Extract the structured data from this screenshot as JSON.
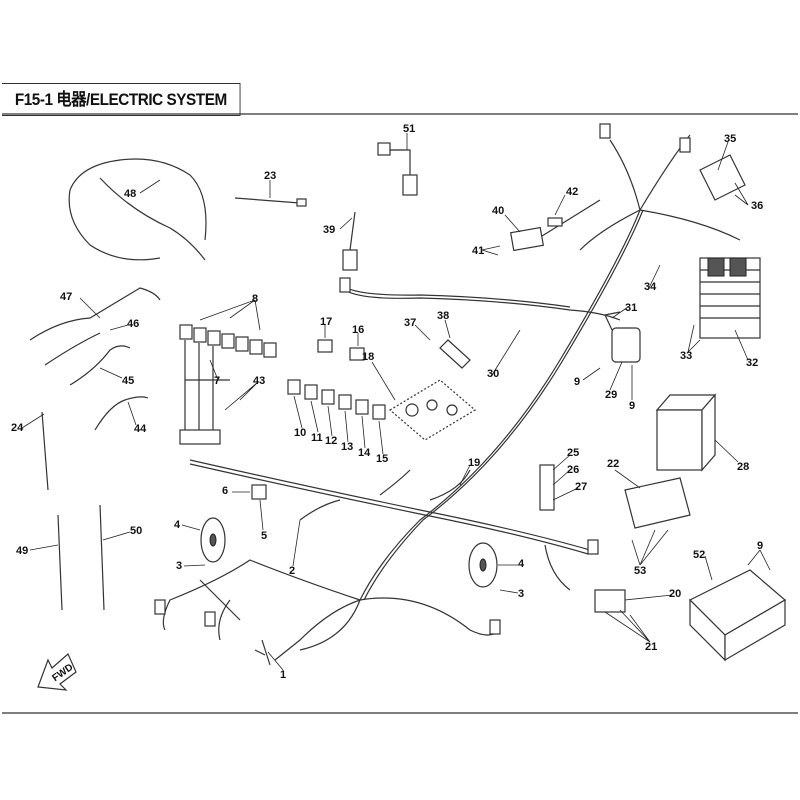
{
  "title": "F15-1 电器/ELECTRIC SYSTEM",
  "direction_arrow": "FWD",
  "callouts": [
    "51",
    "48",
    "23",
    "39",
    "42",
    "40",
    "41",
    "35",
    "36",
    "34",
    "31",
    "32",
    "33",
    "47",
    "46",
    "45",
    "44",
    "8",
    "7",
    "43",
    "17",
    "16",
    "18",
    "37",
    "38",
    "30",
    "29",
    "9",
    "9",
    "28",
    "10",
    "11",
    "12",
    "13",
    "14",
    "15",
    "24",
    "25",
    "26",
    "27",
    "19",
    "22",
    "6",
    "5",
    "4",
    "3",
    "2",
    "49",
    "50",
    "4",
    "3",
    "53",
    "52",
    "9",
    "20",
    "21",
    "1"
  ]
}
